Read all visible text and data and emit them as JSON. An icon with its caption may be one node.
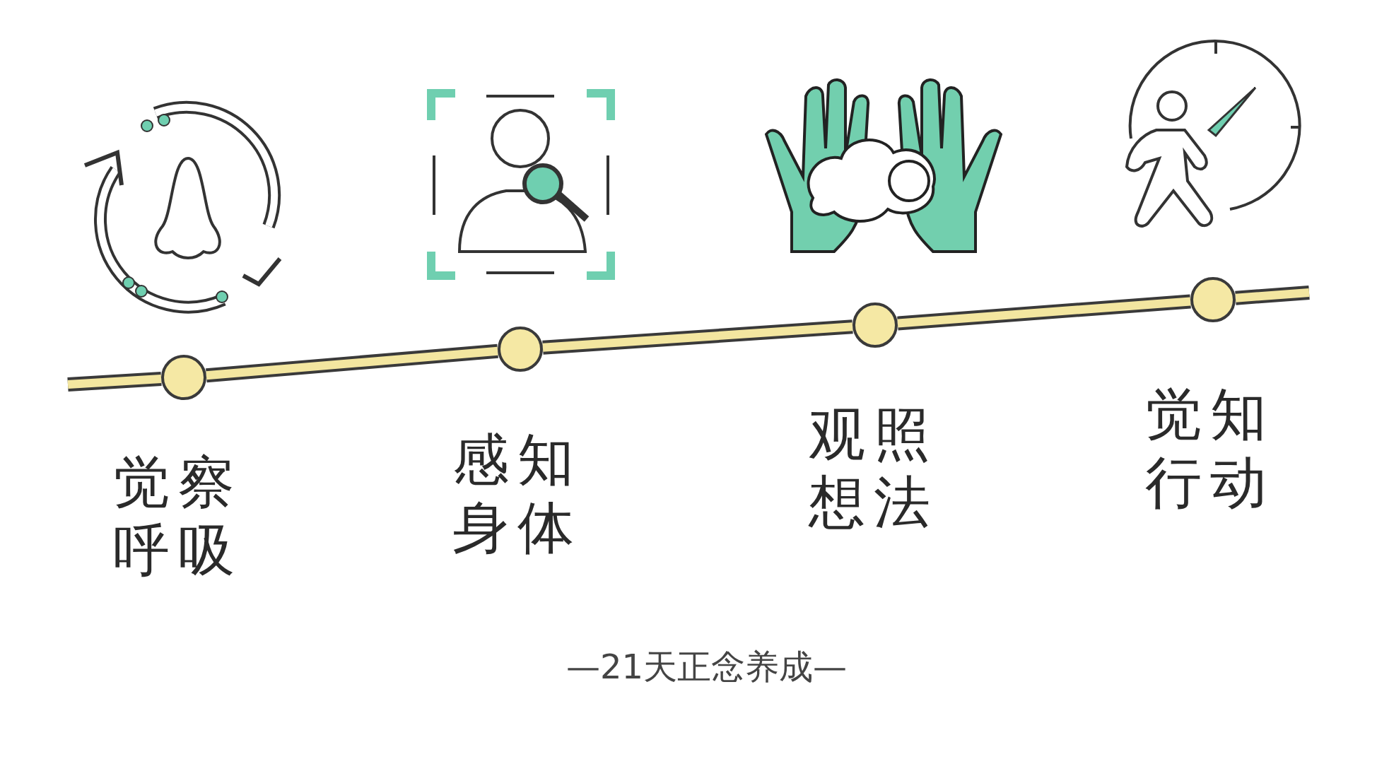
{
  "diagram": {
    "caption": "—21天正念养成—",
    "nodes": [
      {
        "text": [],
        "shape": "circle",
        "beside": [
          "觉察呼吸"
        ]
      },
      {
        "text": [],
        "shape": "circle",
        "beside": [
          "感知身体"
        ]
      },
      {
        "text": [],
        "shape": "circle",
        "beside": [
          "观照想法"
        ]
      },
      {
        "text": [],
        "shape": "circle",
        "beside": [
          "觉知行动"
        ]
      }
    ],
    "edges": [
      {
        "from": 0,
        "to": 1,
        "arrow": "none"
      },
      {
        "from": 1,
        "to": 2,
        "arrow": "none"
      },
      {
        "from": 2,
        "to": 3,
        "arrow": "none"
      }
    ]
  }
}
